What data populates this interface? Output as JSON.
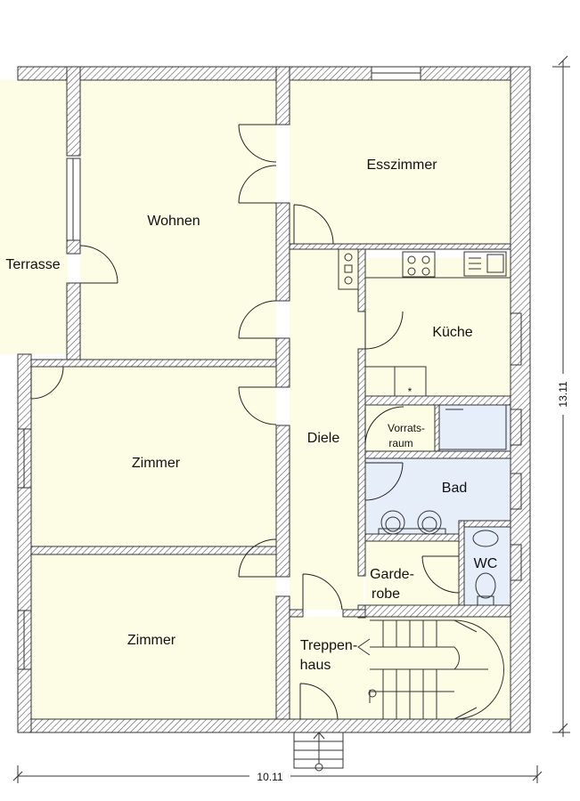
{
  "rooms": {
    "terrasse": "Terrasse",
    "wohnen": "Wohnen",
    "esszimmer": "Esszimmer",
    "kueche": "Küche",
    "zimmer1": "Zimmer",
    "zimmer2": "Zimmer",
    "diele": "Diele",
    "vorrats_line1": "Vorrats-",
    "vorrats_line2": "raum",
    "bad": "Bad",
    "wc": "WC",
    "garde_line1": "Garde-",
    "garde_line2": "robe",
    "treppen_line1": "Treppen-",
    "treppen_line2": "haus"
  },
  "marks": {
    "asterisk": "*"
  },
  "dimensions": {
    "width": "10.11",
    "height": "13.11"
  },
  "colors": {
    "floor": "#fdfde6",
    "bath": "#e6eefa",
    "wall_line": "#333333"
  }
}
